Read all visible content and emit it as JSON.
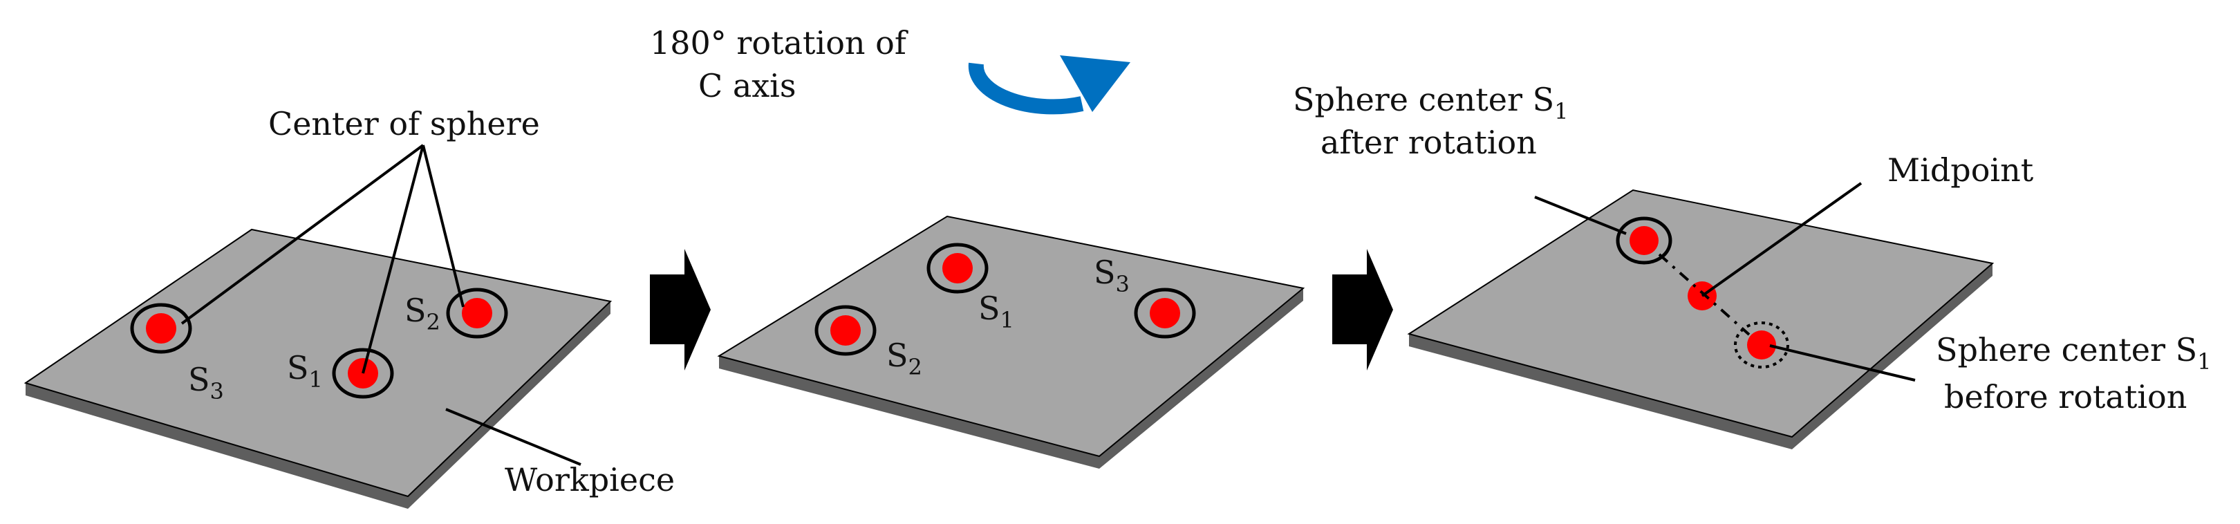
{
  "colors": {
    "plate_top": "#a6a6a6",
    "plate_side": "#5e5e5e",
    "sphere_fill": "#a6a6a6",
    "center_dot": "#ff0000",
    "rotation_arrow": "#0070c0",
    "step_arrow": "#000000",
    "leader_line": "#000000"
  },
  "labels": {
    "center_of_sphere": "Center of sphere",
    "workpiece": "Workpiece",
    "rotation_line1": "180° rotation of",
    "rotation_line2": "C axis",
    "after_line1": "Sphere center S",
    "after_line1_sub": "1",
    "after_line2": "after rotation",
    "midpoint": "Midpoint",
    "before_line1": "Sphere center S",
    "before_line1_sub": "1",
    "before_line2": "before rotation"
  },
  "panel1": {
    "s1": {
      "letter": "S",
      "sub": "1"
    },
    "s2": {
      "letter": "S",
      "sub": "2"
    },
    "s3": {
      "letter": "S",
      "sub": "3"
    }
  },
  "panel2": {
    "s1": {
      "letter": "S",
      "sub": "1"
    },
    "s2": {
      "letter": "S",
      "sub": "2"
    },
    "s3": {
      "letter": "S",
      "sub": "3"
    }
  },
  "icons": {
    "rotation": "circular-arrow-icon",
    "step": "right-arrow-icon"
  }
}
